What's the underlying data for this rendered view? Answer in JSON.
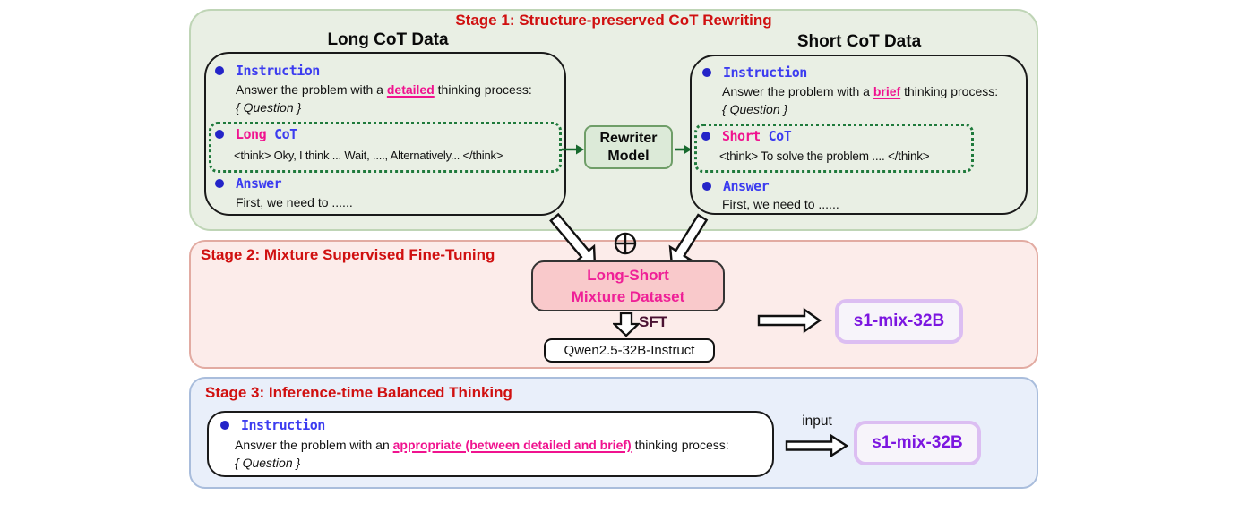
{
  "stage1": {
    "title": "Stage 1: Structure-preserved CoT Rewriting",
    "long_box": {
      "heading": "Long CoT Data",
      "instruction_label": "Instruction",
      "instruction_prefix": "Answer the problem with a ",
      "instruction_highlight": "detailed",
      "instruction_suffix": " thinking process:",
      "question": "{ Question }",
      "cot_label_word1": "Long",
      "cot_label_word2": "CoT",
      "cot_text": "<think> Oky, I think ... Wait, ...., Alternatively... </think>",
      "answer_label": "Answer",
      "answer_text": "First, we need to ......"
    },
    "rewriter": {
      "line1": "Rewriter",
      "line2": "Model"
    },
    "short_box": {
      "heading": "Short CoT Data",
      "instruction_label": "Instruction",
      "instruction_prefix": "Answer the problem with a ",
      "instruction_highlight": "brief",
      "instruction_suffix": " thinking process:",
      "question": "{ Question }",
      "cot_label_word1": "Short",
      "cot_label_word2": "CoT",
      "cot_text": "<think> To solve the problem .... </think>",
      "answer_label": "Answer",
      "answer_text": "First, we need to ......"
    }
  },
  "stage2": {
    "title": "Stage 2: Mixture Supervised Fine-Tuning",
    "mixture_box_line1": "Long-Short",
    "mixture_box_line2": "Mixture Dataset",
    "sft_label": "SFT",
    "base_model": "Qwen2.5-32B-Instruct",
    "output_model": "s1-mix-32B"
  },
  "stage3": {
    "title": "Stage 3: Inference-time Balanced Thinking",
    "instruction_label": "Instruction",
    "instruction_prefix": "Answer the problem with an ",
    "instruction_highlight": "appropriate (between detailed and brief)",
    "instruction_suffix": " thinking process:",
    "question": "{ Question }",
    "input_label": "input",
    "output_model": "s1-mix-32B"
  },
  "colors": {
    "stage_title_red": "#d01010",
    "highlight_magenta": "#f0138f",
    "label_blue": "#3c3cf0",
    "bullet_blue": "#2424c8",
    "dotted_green": "#1f7a3c",
    "arrow_green": "#17692d",
    "model_purple": "#7c16e0",
    "sft_maroon": "#4a1132",
    "stage1_fill": "#e9efe4",
    "stage2_fill": "#fcecea",
    "stage3_fill": "#e9effa",
    "rewriter_fill": "#dcead8",
    "mixture_fill": "#f9c9cb",
    "s1mix_border": "#dcbef2"
  }
}
